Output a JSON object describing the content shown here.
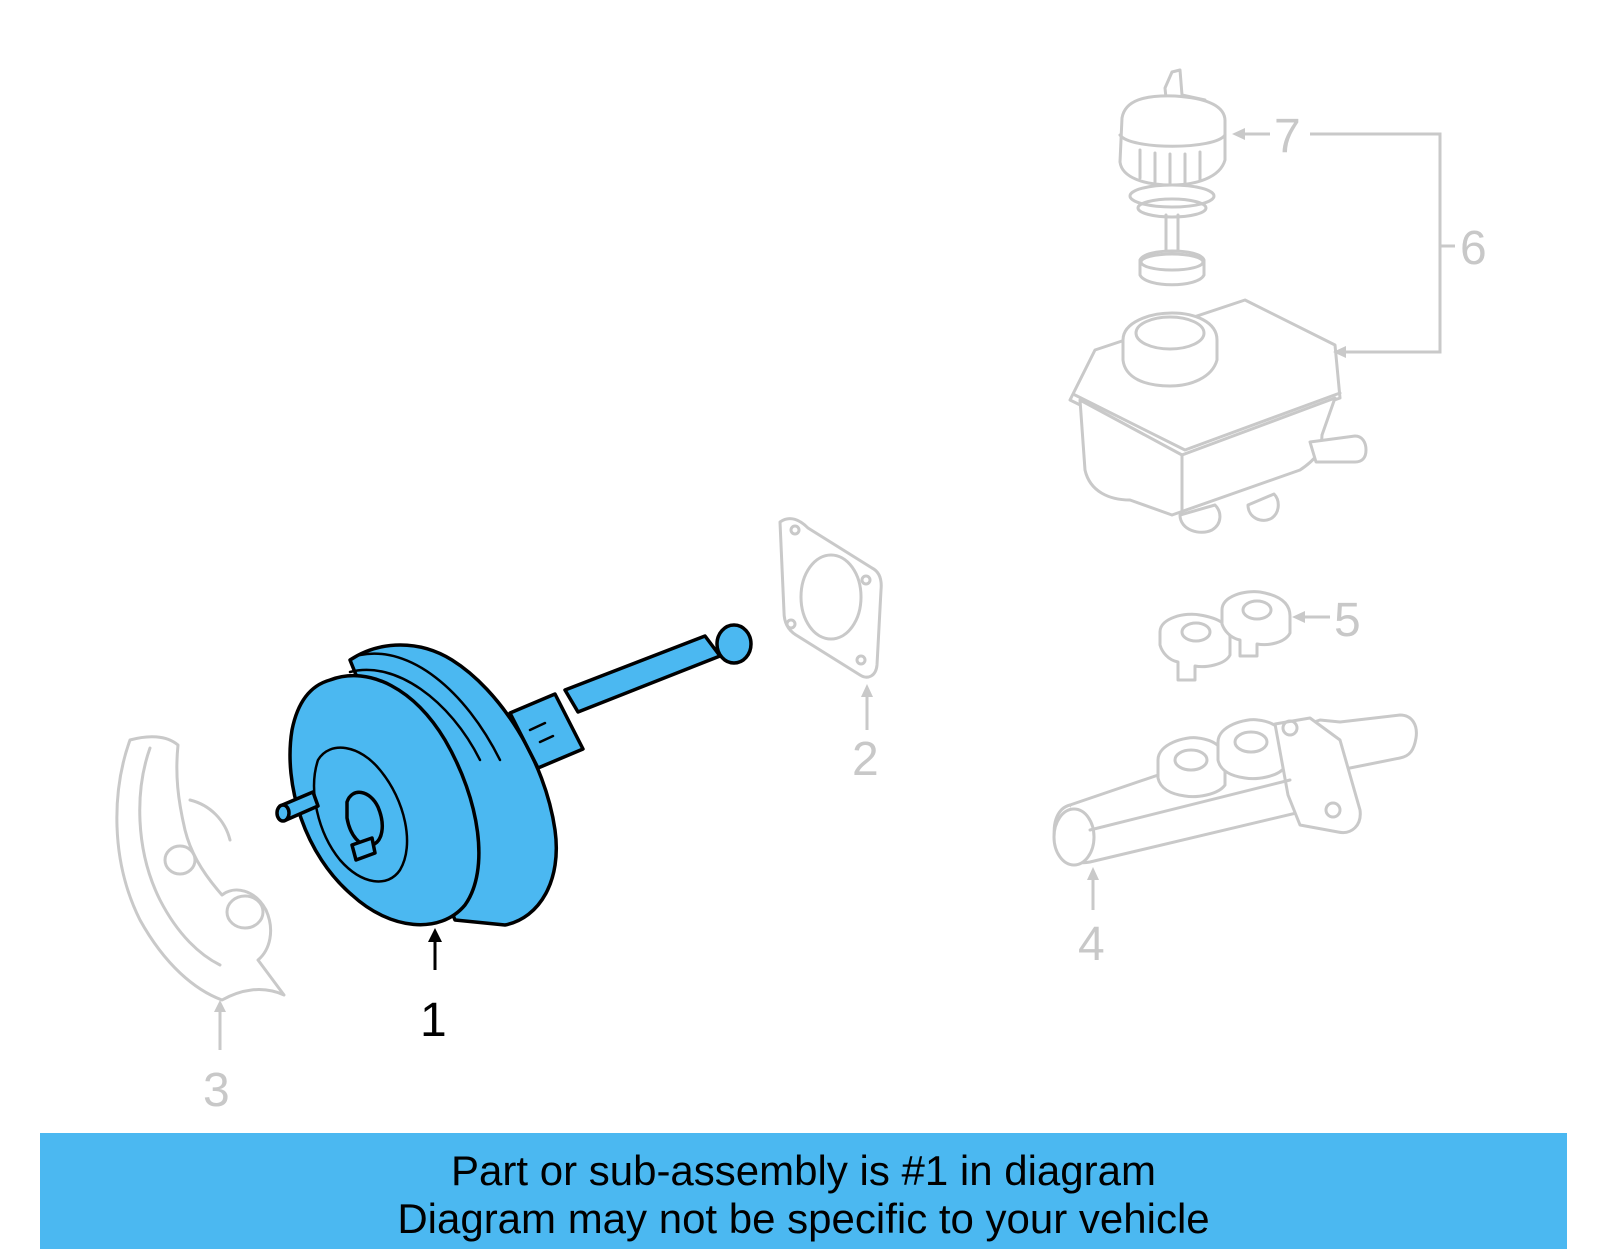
{
  "diagram": {
    "callouts": {
      "c1": "1",
      "c2": "2",
      "c3": "3",
      "c4": "4",
      "c5": "5",
      "c6": "6",
      "c7": "7"
    },
    "highlight_color": "#4bb8f1",
    "ghost_color": "#c9c9c9"
  },
  "banner": {
    "line1": "Part or sub-assembly is #1 in diagram",
    "line2": "Diagram may not be specific to your vehicle"
  }
}
